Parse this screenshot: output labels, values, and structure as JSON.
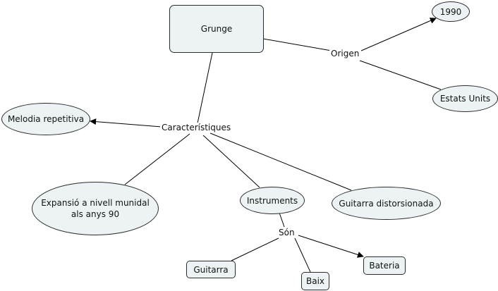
{
  "nodes": {
    "grunge": "Grunge",
    "y1990": "1990",
    "estats_units": "Estats Units",
    "melodia": "Melodia repetitiva",
    "expansio": "Expansió a nivell munidal als anys 90",
    "instruments": "Instruments",
    "guitarra_dist": "Guitarra distorsionada",
    "guitarra": "Guitarra",
    "baix": "Baix",
    "bateria": "Bateria"
  },
  "link_labels": {
    "origen": "Origen",
    "caracteristiques": "Característiques",
    "son": "Són"
  },
  "colors": {
    "node_fill": "#edf3f5",
    "stroke": "#000000"
  }
}
